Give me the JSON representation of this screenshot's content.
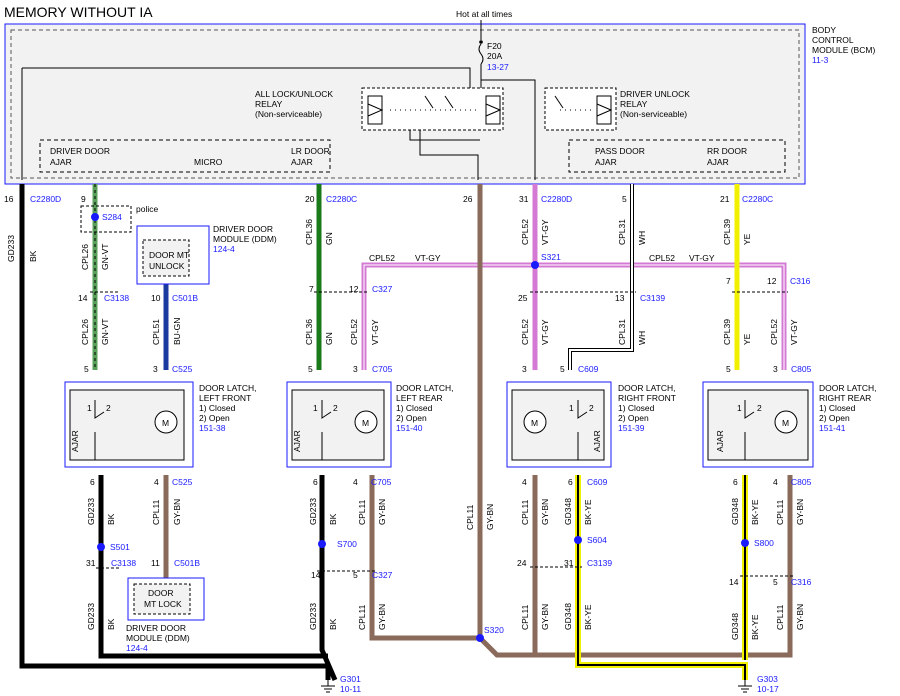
{
  "title": "MEMORY WITHOUT IA",
  "hot_label": "Hot at all times",
  "fuse": {
    "name": "F20",
    "rating": "20A",
    "ref": "13-27"
  },
  "bcm": {
    "l1": "BODY",
    "l2": "CONTROL",
    "l3": "MODULE (BCM)",
    "ref": "11-3"
  },
  "relay_all": {
    "l1": "ALL LOCK/UNLOCK",
    "l2": "RELAY",
    "l3": "(Non-serviceable)"
  },
  "relay_drv": {
    "l1": "DRIVER UNLOCK",
    "l2": "RELAY",
    "l3": "(Non-serviceable)"
  },
  "bcm_inputs": {
    "driver_door": "DRIVER DOOR",
    "ajar1": "AJAR",
    "micro": "MICRO",
    "lr_door": "LR DOOR",
    "ajar2": "AJAR",
    "pass_door": "PASS DOOR",
    "ajar3": "AJAR",
    "rr_door": "RR DOOR",
    "ajar4": "AJAR"
  },
  "ddm_top": {
    "box1": "DOOR MT",
    "box2": "UNLOCK",
    "l1": "DRIVER DOOR",
    "l2": "MODULE (DDM)",
    "ref": "124-4"
  },
  "ddm_bottom": {
    "box1": "DOOR",
    "box2": "MT LOCK",
    "l1": "DRIVER DOOR",
    "l2": "MODULE (DDM)",
    "ref": "124-4"
  },
  "latch_lf": {
    "l1": "DOOR LATCH,",
    "l2": "LEFT FRONT",
    "s1": "1) Closed",
    "s2": "2) Open",
    "ref": "151-38"
  },
  "latch_lr": {
    "l1": "DOOR LATCH,",
    "l2": "LEFT REAR",
    "s1": "1) Closed",
    "s2": "2) Open",
    "ref": "151-40"
  },
  "latch_rf": {
    "l1": "DOOR LATCH,",
    "l2": "RIGHT FRONT",
    "s1": "1) Closed",
    "s2": "2) Open",
    "ref": "151-39"
  },
  "latch_rr": {
    "l1": "DOOR LATCH,",
    "l2": "RIGHT REAR",
    "s1": "1) Closed",
    "s2": "2) Open",
    "ref": "151-41"
  },
  "switch_labels": {
    "ajar": "AJAR",
    "motor": "M",
    "p1": "1",
    "p2": "2"
  },
  "police": "police",
  "wire_labels": {
    "gd233": "GD233",
    "bk": "BK",
    "cpl26": "CPL26",
    "gnvt": "GN-VT",
    "cpl51": "CPL51",
    "bugn": "BU-GN",
    "cpl36": "CPL36",
    "gn": "GN",
    "cpl52": "CPL52",
    "vtgy": "VT-GY",
    "cpl31": "CPL31",
    "wh": "WH",
    "cpl39": "CPL39",
    "ye": "YE",
    "cpl11": "CPL11",
    "gybn": "GY-BN",
    "gd348": "GD348",
    "bkye": "BK-YE"
  },
  "connectors": {
    "c2280d": "C2280D",
    "c2280c": "C2280C",
    "c3138": "C3138",
    "c501b": "C501B",
    "c525": "C525",
    "c327": "C327",
    "c705": "C705",
    "c3139": "C3139",
    "c609": "C609",
    "c316": "C316",
    "c805": "C805"
  },
  "splices": {
    "s284": "S284",
    "s321": "S321",
    "s501": "S501",
    "s700": "S700",
    "s604": "S604",
    "s800": "S800",
    "s320": "S320"
  },
  "grounds": {
    "g301": "G301",
    "g301_ref": "10-11",
    "g303": "G303",
    "g303_ref": "10-17"
  },
  "pins": {
    "p16": "16",
    "p9": "9",
    "p20": "20",
    "p26": "26",
    "p31": "31",
    "p5": "5",
    "p21": "21",
    "p14": "14",
    "p10": "10",
    "p7": "7",
    "p12": "12",
    "p25": "25",
    "p13": "13",
    "p3": "3",
    "p6": "6",
    "p4": "4",
    "p11": "11",
    "p24": "24"
  },
  "colors": {
    "frame_blue": "#3a3aff",
    "gn": "#1a7a1a",
    "gnvt": "#5aa05a",
    "bugn": "#1a3aa0",
    "vtgy": "#d47ad4",
    "ye": "#f0f000",
    "gybn": "#8a6a5a",
    "bk": "#000000",
    "splice": "#1a1aff"
  }
}
